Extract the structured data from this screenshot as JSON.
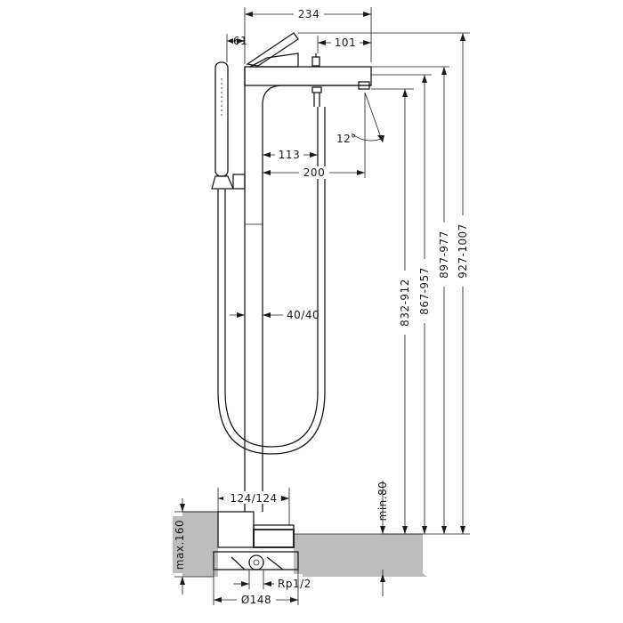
{
  "dimensions": {
    "top_width": "234",
    "handle_offset": "61",
    "spout_to_handle": "101",
    "spout_angle": "12°",
    "riser_to_shower": "113",
    "riser_to_spout": "200",
    "riser_tube": "40/40",
    "height_spout_outlet": "832-912",
    "height_spout": "867-957",
    "height_body": "897-977",
    "height_total": "927-1007",
    "base_width": "124/124",
    "min_height": "min.80",
    "max_depth": "max.160",
    "connection": "Rp1/2",
    "base_diameter": "Ø148"
  },
  "colors": {
    "line": "#1a1a1a",
    "floor": "#bdbdbd",
    "background": "#ffffff"
  }
}
